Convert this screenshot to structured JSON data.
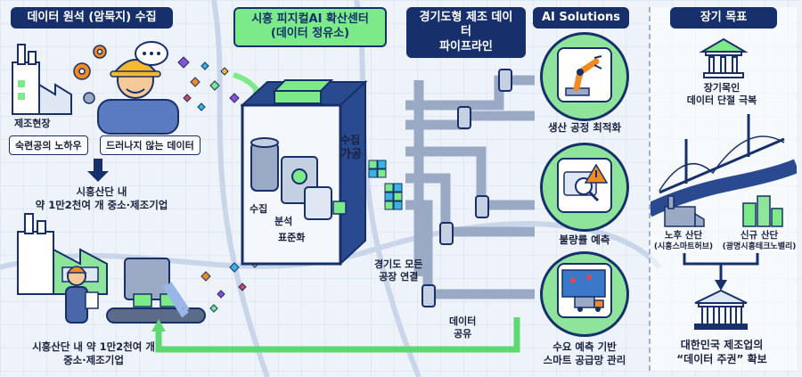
{
  "header": {
    "data_source": "데이터 원석 (암묵지) 수집",
    "hub_line1": "시흥 피지컬AI 확산센터",
    "hub_line2": "(데이터 정유소)",
    "pipeline_line1": "경기도형 제조 데이터",
    "pipeline_line2": "파이프라인",
    "ai_solutions": "AI Solutions",
    "long_term": "장기 목표"
  },
  "left": {
    "site_label": "제조현장",
    "tacit_tag": "숙련공의 노하우",
    "hidden_tag": "드러나지 않는 데이터",
    "industry_line1": "시흥산단 내",
    "industry_line2": "약 1만2천여 개 중소·제조기업",
    "bottom_line1": "시흥산단 내 약 1만2천여 개",
    "bottom_line2": "중소·제조기업"
  },
  "hub": {
    "step_collect_top": "수집",
    "step_process": "가공",
    "step_collect": "수집",
    "step_analyze": "분석",
    "step_standardize": "표준화"
  },
  "pipeline": {
    "connect_line1": "경기도 모든",
    "connect_line2": "공장 연결",
    "share_line1": "데이터",
    "share_line2": "공유"
  },
  "solutions": [
    {
      "label_line1": "생산 공정 최적화",
      "label_line2": "",
      "icon": "robot-arm-icon"
    },
    {
      "label_line1": "불량률 예측",
      "label_line2": "",
      "icon": "magnifier-warning-icon"
    },
    {
      "label_line1": "수요 예측 기반",
      "label_line2": "스마트 공급망 관리",
      "icon": "truck-map-icon"
    }
  ],
  "goal": {
    "top_line1": "장기목인",
    "top_line2": "데이터 단절 극복",
    "old_line1": "노후 산단",
    "old_line2": "(시흥스마트허브)",
    "new_line1": "신규 산단",
    "new_line2": "(광명시흥테크노밸리)",
    "final_line1": "대한민국 제조업의",
    "final_line2": "“데이터 주권” 확보"
  },
  "colors": {
    "navy": "#17306b",
    "green": "#7dea8a",
    "pipe": "#9aaac4",
    "accent_orange": "#f08a24"
  }
}
